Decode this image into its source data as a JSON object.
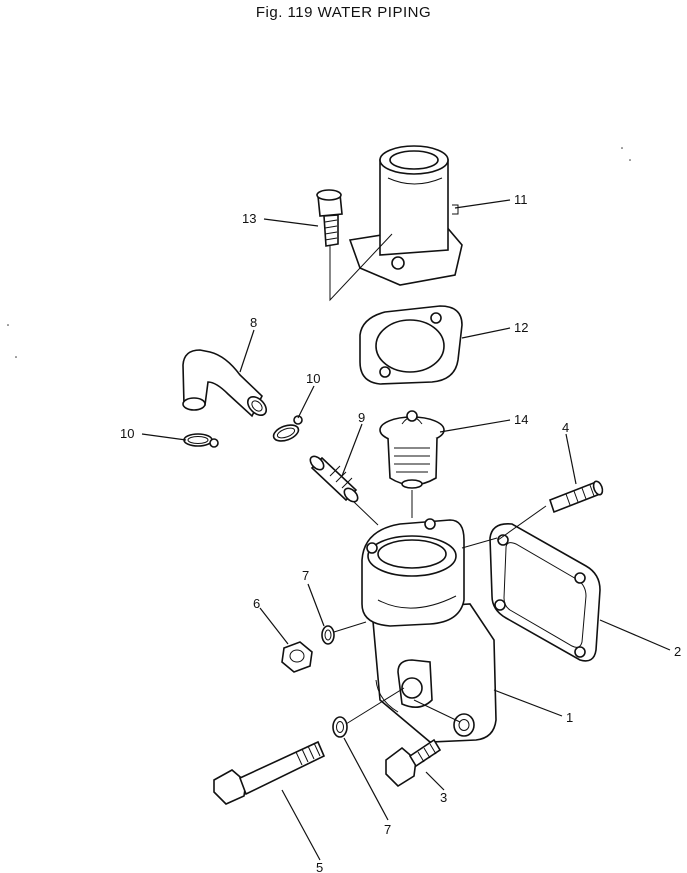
{
  "header": {
    "title": "Fig. 119  WATER  PIPING"
  },
  "callouts": {
    "c1": "1",
    "c2": "2",
    "c3": "3",
    "c4": "4",
    "c5": "5",
    "c6": "6",
    "c7a": "7",
    "c7b": "7",
    "c8": "8",
    "c9": "9",
    "c10a": "10",
    "c10b": "10",
    "c11": "11",
    "c12": "12",
    "c13": "13",
    "c14": "14"
  }
}
